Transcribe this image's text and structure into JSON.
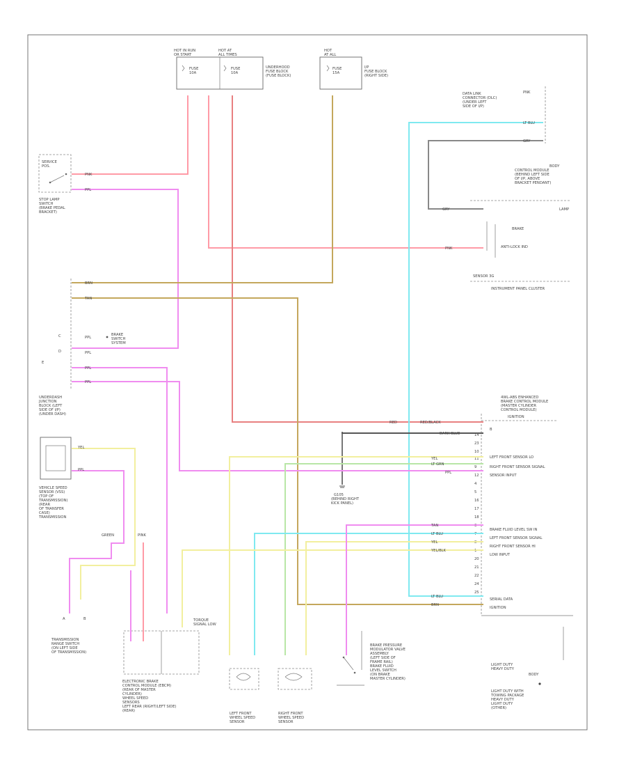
{
  "colors": {
    "pink": "#ff9aa6",
    "magenta": "#f08cf0",
    "tan": "#c4a75c",
    "yellow": "#f2ef9e",
    "green": "#b8e6a6",
    "cyan": "#7fe9f0",
    "dark": "#555555",
    "salmon": "#e87f80"
  },
  "labels": {
    "instrument_panel_cluster": "INSTRUMENT PANEL CLUSTER",
    "right_front_sensor_signal": "RIGHT FRONT SENSOR SIGNAL",
    "left_front_sensor_signal": "LEFT FRONT SENSOR SIGNAL",
    "sensor_input": "SENSOR INPUT",
    "serial_data": "SERIAL DATA",
    "ignition": "IGNITION"
  }
}
